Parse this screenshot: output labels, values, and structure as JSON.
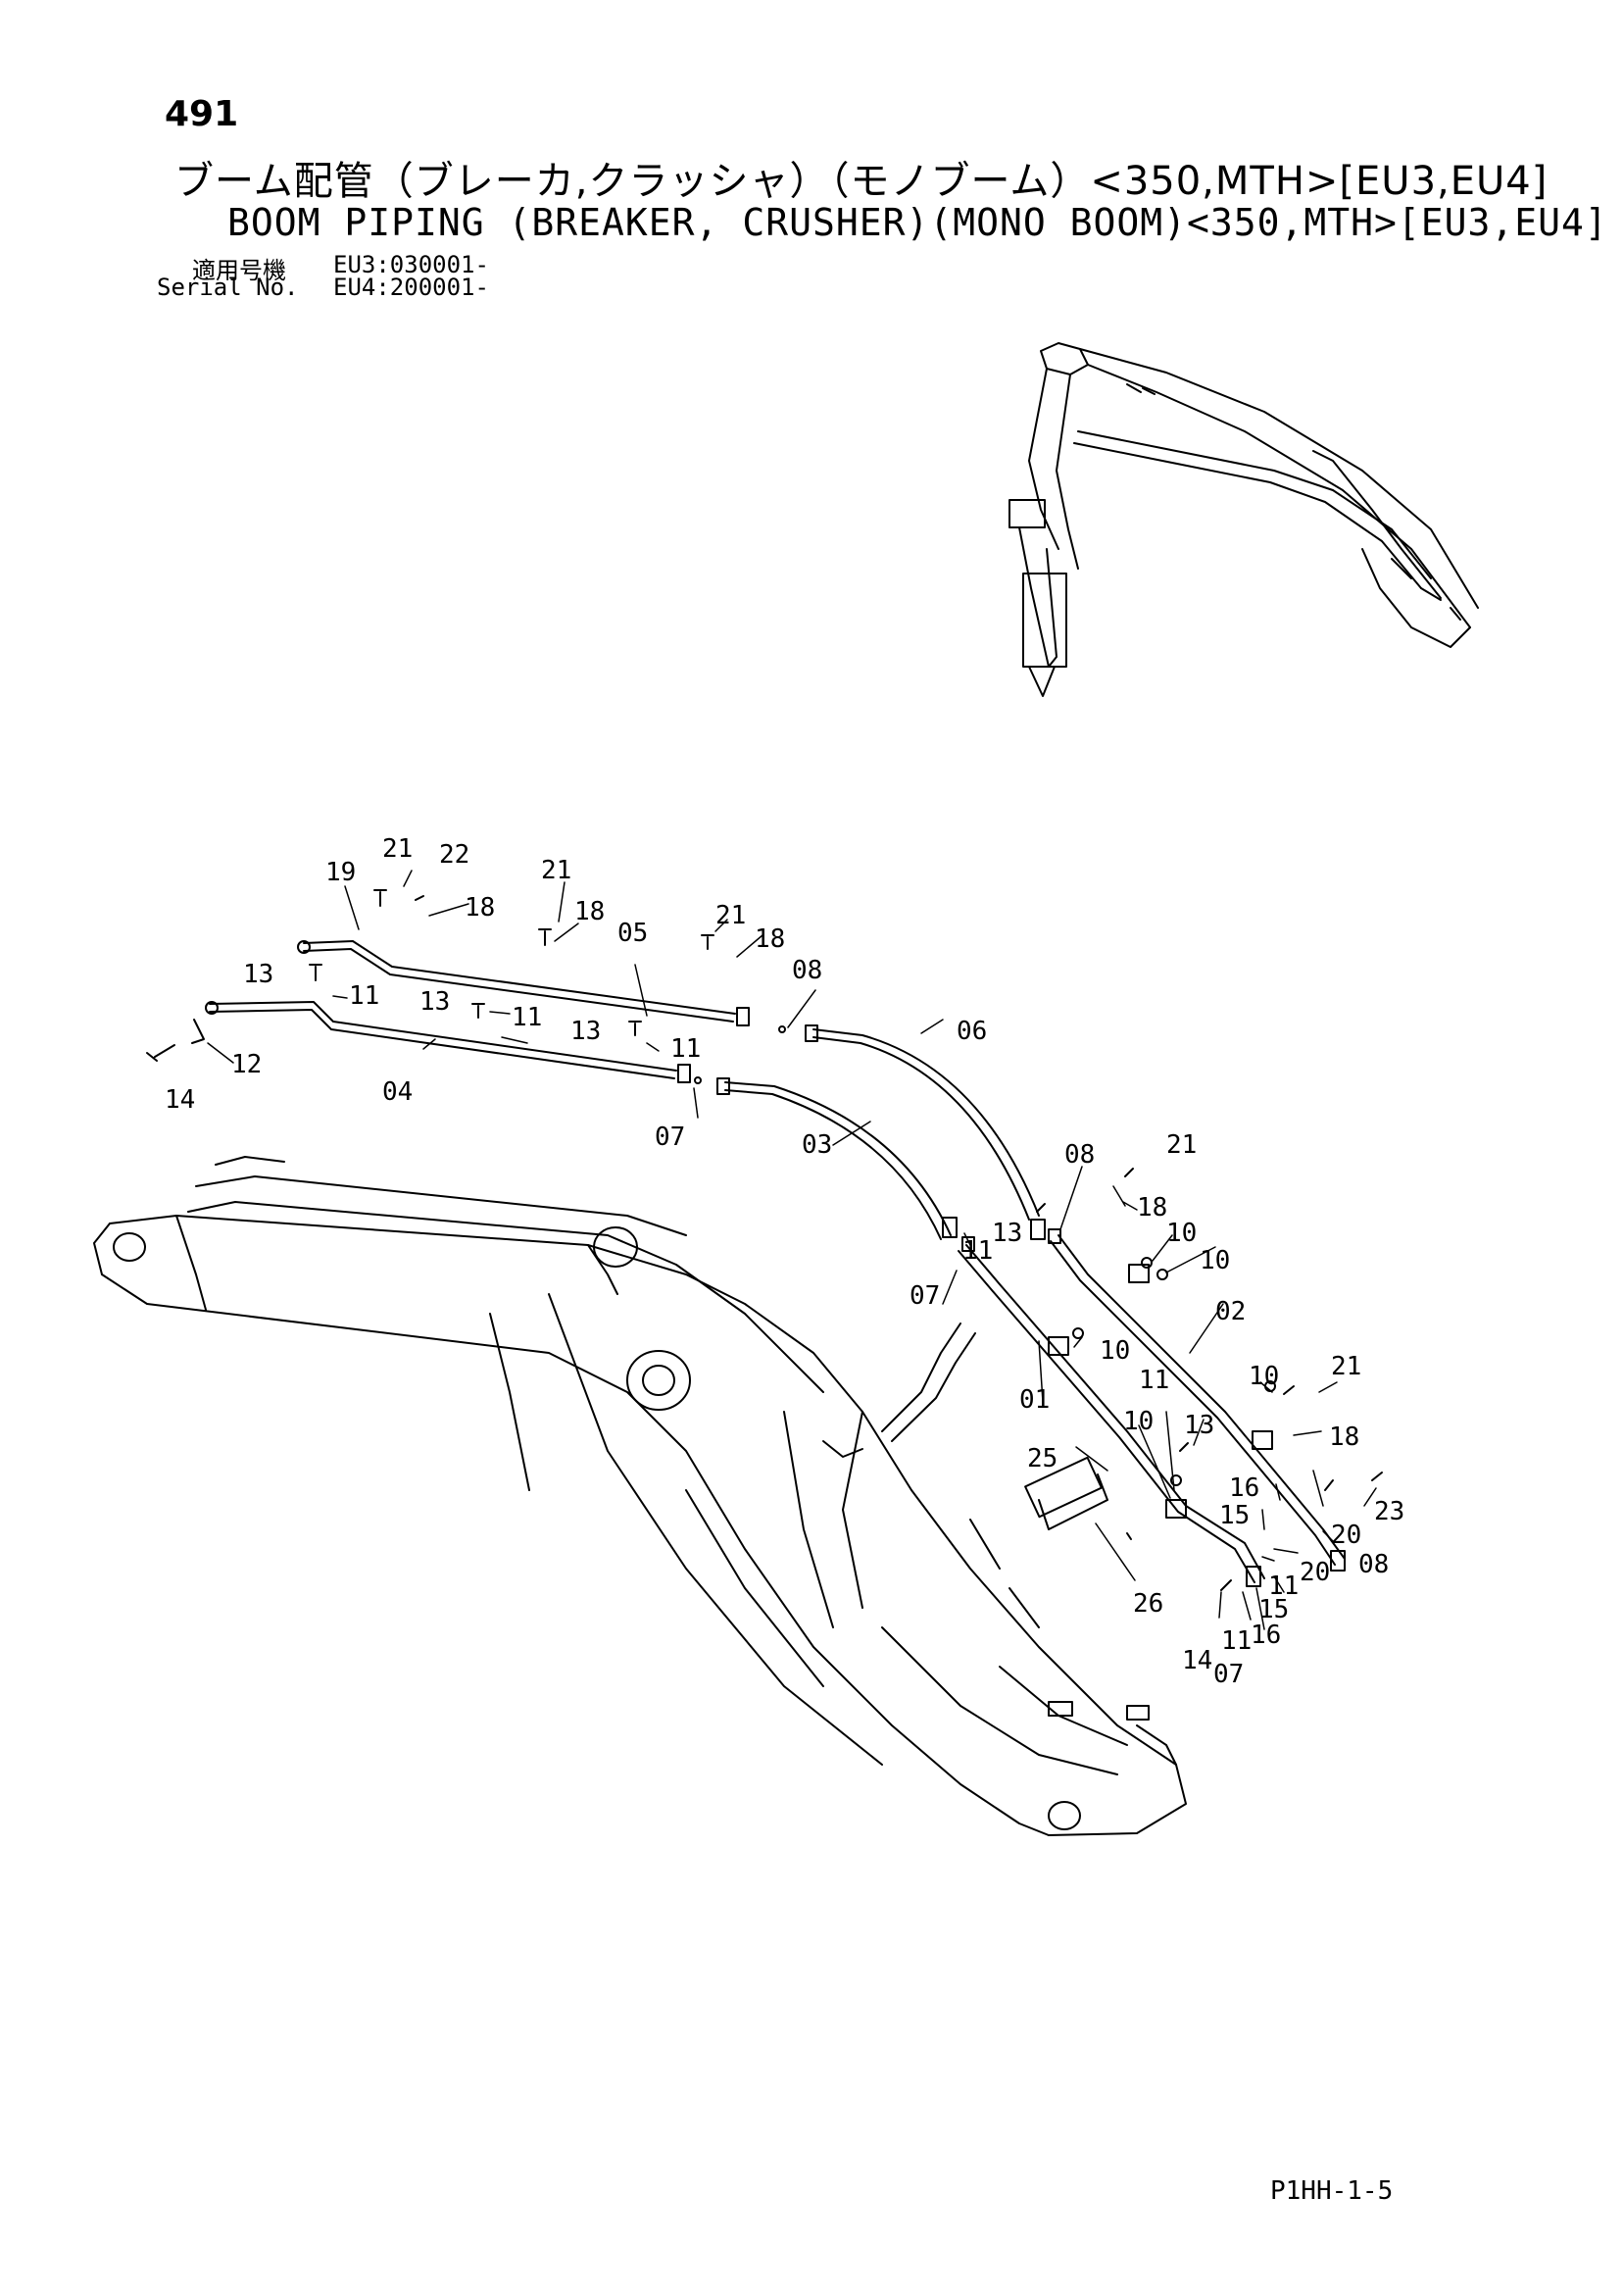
{
  "page_number": "491",
  "title_ja": "ブーム配管（ブレーカ,クラッシャ）（モノブーム）<350,MTH>[EU3,EU4]",
  "title_en": "BOOM PIPING (BREAKER, CRUSHER)(MONO BOOM)<350,MTH>[EU3,EU4]",
  "serial": {
    "label_ja": "適用号機",
    "label_en": "Serial No.",
    "eu3": "EU3:030001-",
    "eu4": "EU4:200001-"
  },
  "page_code": "P1HH-1-5",
  "callouts": {
    "c01": "01",
    "c02": "02",
    "c03": "03",
    "c04": "04",
    "c05": "05",
    "c06": "06",
    "c07": "07",
    "c08": "08",
    "c10": "10",
    "c11": "11",
    "c12": "12",
    "c13": "13",
    "c14": "14",
    "c15": "15",
    "c16": "16",
    "c18": "18",
    "c19": "19",
    "c20": "20",
    "c21": "21",
    "c22": "22",
    "c23": "23",
    "c25": "25",
    "c26": "26"
  }
}
